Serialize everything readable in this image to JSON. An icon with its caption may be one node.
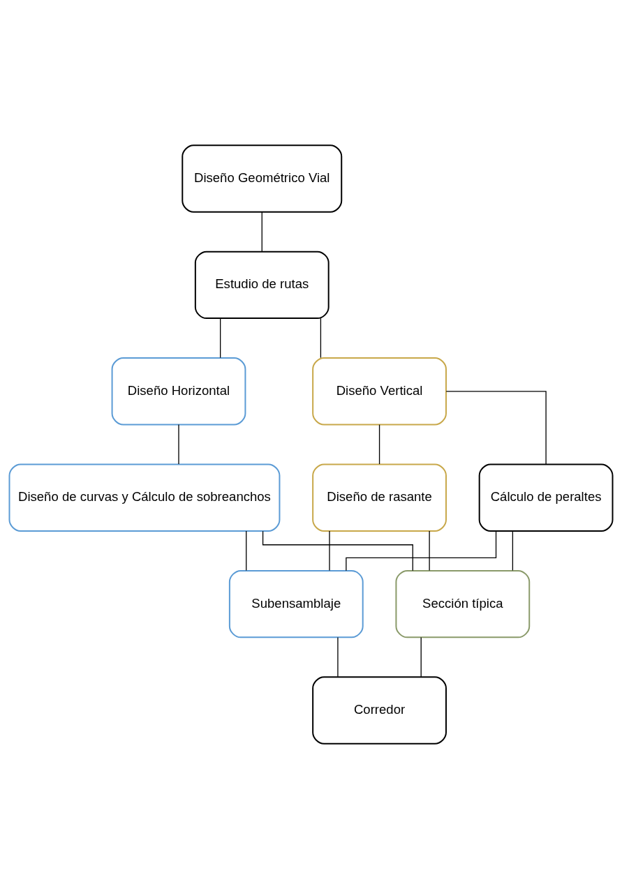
{
  "diagram": {
    "nodes": [
      {
        "text": [
          "Diseño Geométrico Vial"
        ]
      },
      {
        "text": [
          "Estudio de rutas"
        ]
      },
      {
        "text": [
          "Diseño Horizontal"
        ]
      },
      {
        "text": [
          "Diseño Vertical"
        ]
      },
      {
        "text": [
          "Diseño de curvas y Cálculo de sobreanchos"
        ]
      },
      {
        "text": [
          "Cálculo de peraltes"
        ]
      },
      {
        "text": [
          "Diseño de rasante"
        ]
      },
      {
        "text": [
          "Subensamblaje"
        ]
      },
      {
        "text": [
          "Sección típica"
        ]
      },
      {
        "text": [
          "Corredor"
        ]
      }
    ],
    "edges": [
      {
        "from": 0,
        "to": 1,
        "arrow": "none"
      },
      {
        "from": 1,
        "to": 2,
        "arrow": "none"
      },
      {
        "from": 1,
        "to": 3,
        "arrow": "none"
      },
      {
        "from": 2,
        "to": 4,
        "arrow": "none"
      },
      {
        "from": 3,
        "to": 5,
        "arrow": "none"
      },
      {
        "from": 3,
        "to": 6,
        "arrow": "none"
      },
      {
        "from": 4,
        "to": 7,
        "arrow": "none"
      },
      {
        "from": 4,
        "to": 8,
        "arrow": "none"
      },
      {
        "from": 5,
        "to": 7,
        "arrow": "none"
      },
      {
        "from": 5,
        "to": 8,
        "arrow": "none"
      },
      {
        "from": 6,
        "to": 7,
        "arrow": "none"
      },
      {
        "from": 6,
        "to": 8,
        "arrow": "none"
      },
      {
        "from": 7,
        "to": 9,
        "arrow": "none"
      },
      {
        "from": 8,
        "to": 9,
        "arrow": "none"
      }
    ]
  }
}
